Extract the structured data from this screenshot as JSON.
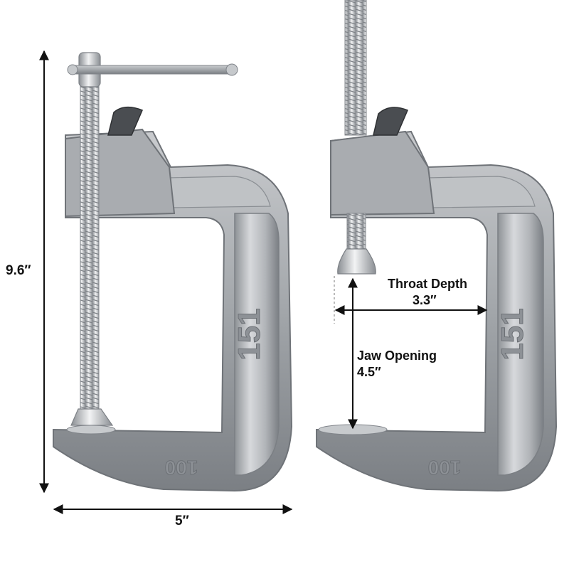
{
  "labels": {
    "overall_height": "9.6″",
    "overall_width": "5″",
    "throat_depth_title": "Throat Depth",
    "throat_depth_value": "3.3″",
    "jaw_opening_title": "Jaw Opening",
    "jaw_opening_value": "4.5″"
  },
  "frame_markings": {
    "left_upright": "151",
    "left_base": "100",
    "right_upright": "151",
    "right_base": "100"
  },
  "colors": {
    "background": "#ffffff",
    "metal_light": "#d9dbdd",
    "metal_mid": "#a9acb0",
    "metal_dark": "#6f7378",
    "dimension_line": "#111111"
  }
}
